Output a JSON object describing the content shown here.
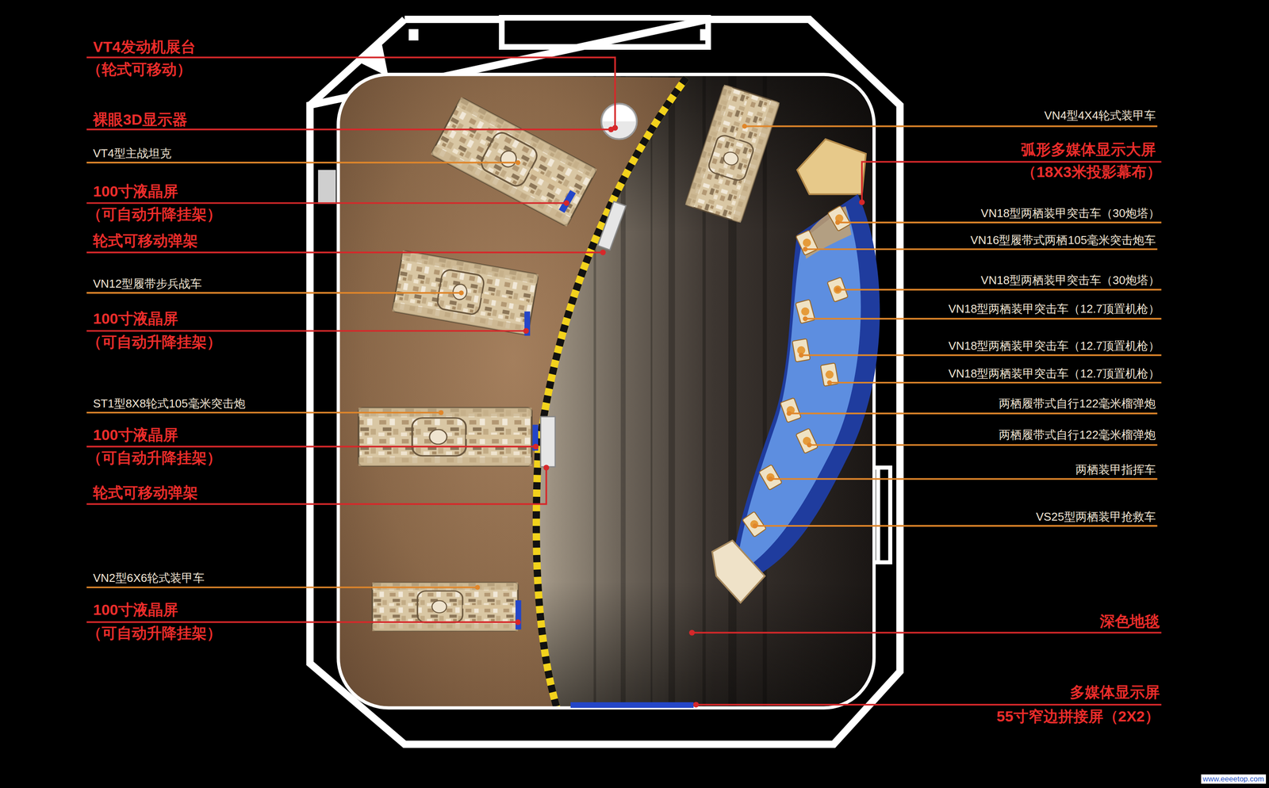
{
  "diagram": {
    "labels": [
      "VT4发动机展台",
      "（轮式可移动）",
      "裸眼3D显示器",
      "VT4型主战坦克",
      "100寸液晶屏",
      "（可自动升降挂架）",
      "轮式可移动弹架",
      "VN12型履带步兵战车",
      "100寸液晶屏",
      "（可自动升降挂架）",
      "ST1型8X8轮式105毫米突击炮",
      "100寸液晶屏",
      "（可自动升降挂架）",
      "轮式可移动弹架",
      "VN2型6X6轮式装甲车",
      "100寸液晶屏",
      "（可自动升降挂架）",
      "VN4型4X4轮式装甲车",
      "弧形多媒体显示大屏",
      "（18X3米投影幕布）",
      "VN18型两栖装甲突击车（30炮塔）",
      "VN16型履带式两栖105毫米突击炮车",
      "VN18型两栖装甲突击车（30炮塔）",
      "VN18型两栖装甲突击车（12.7顶置机枪）",
      "VN18型两栖装甲突击车（12.7顶置机枪）",
      "VN18型两栖装甲突击车（12.7顶置机枪）",
      "两栖履带式自行122毫米榴弹炮",
      "两栖履带式自行122毫米榴弹炮",
      "两栖装甲指挥车",
      "VS25型两栖装甲抢救车",
      "深色地毯",
      "多媒体显示屏",
      "55寸窄边拼接屏（2X2）",
      "www.eeeetop.com"
    ]
  }
}
